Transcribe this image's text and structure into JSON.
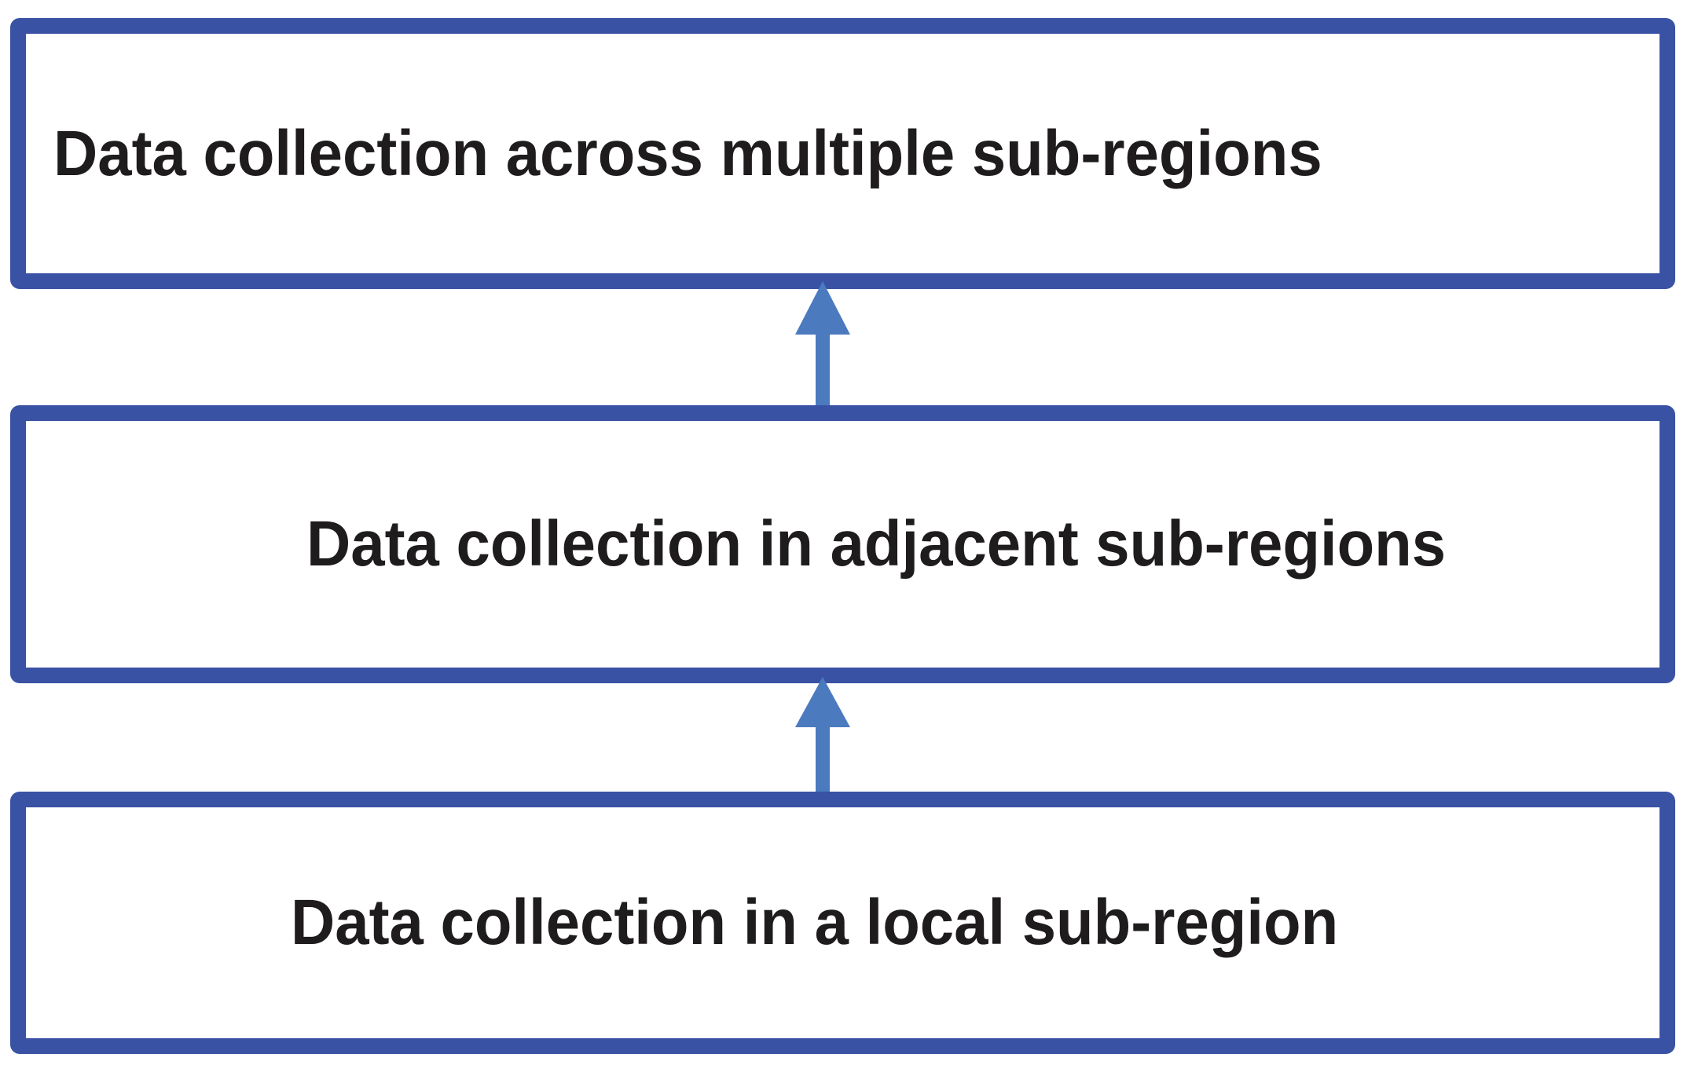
{
  "diagram": {
    "title": "data-collection-hierarchy",
    "colors": {
      "background": "#ffffff",
      "box_border": "#3A52A4",
      "arrow": "#4B7ABF",
      "text": "#1f1c1d"
    },
    "levels": [
      {
        "label": "Data collection across multiple sub-regions"
      },
      {
        "label": "Data collection in adjacent sub-regions"
      },
      {
        "label": "Data collection in a local sub-region"
      }
    ],
    "arrows": [
      {
        "name": "arrow-local-to-adjacent",
        "direction": "up"
      },
      {
        "name": "arrow-adjacent-to-multiple",
        "direction": "up"
      }
    ]
  }
}
